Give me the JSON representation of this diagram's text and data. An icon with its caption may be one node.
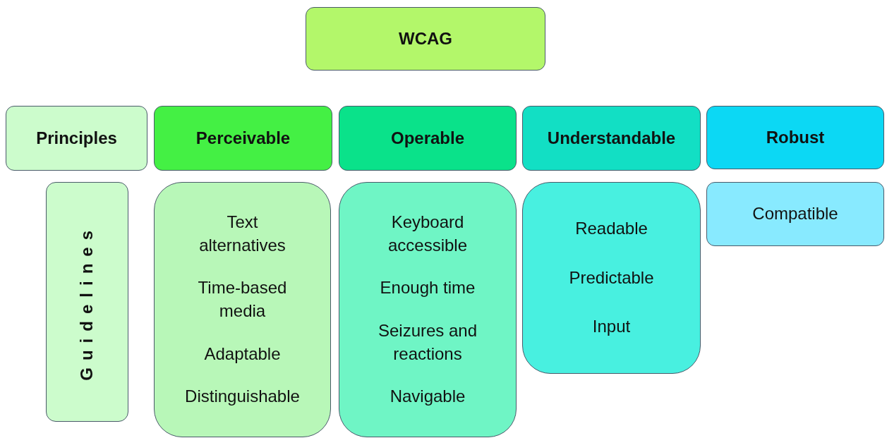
{
  "diagram": {
    "nodes": [
      {
        "text": [
          "WCAG"
        ]
      },
      {
        "text": [
          "Principles"
        ]
      },
      {
        "text": [
          "Perceivable"
        ]
      },
      {
        "text": [
          "Operable"
        ]
      },
      {
        "text": [
          "Understandable"
        ]
      },
      {
        "text": [
          "Robust"
        ]
      },
      {
        "text": [
          "Guidelines"
        ]
      },
      {
        "text": [
          "Text alternatives",
          "Time-based media",
          "Adaptable",
          "Distinguishable"
        ]
      },
      {
        "text": [
          "Keyboard accessible",
          "Enough time",
          "Seizures and reactions",
          "Navigable"
        ]
      },
      {
        "text": [
          "Readable",
          "Predictable",
          "Input"
        ]
      },
      {
        "text": [
          "Compatible"
        ]
      }
    ]
  }
}
